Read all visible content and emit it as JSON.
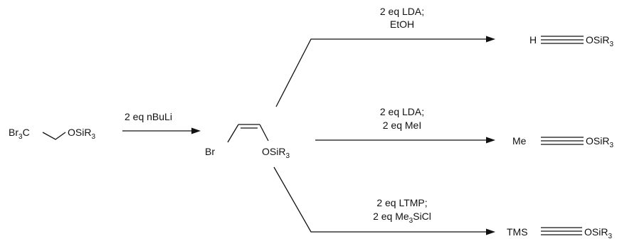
{
  "starting_material": {
    "main": "Br",
    "sub1": "3",
    "mid": "C",
    "tail": "OSiR",
    "sub2": "3"
  },
  "step1": {
    "reagent": "2 eq nBuLi"
  },
  "intermediate": {
    "bromo": "Br",
    "ether": "OSiR",
    "ether_sub": "3"
  },
  "routes": [
    {
      "reagent_line1": "2 eq LDA;",
      "reagent_line2": "EtOH",
      "product_left": "H",
      "product_right": "OSiR",
      "product_right_sub": "3"
    },
    {
      "reagent_line1": "2 eq LDA;",
      "reagent_line2": "2 eq MeI",
      "product_left": "Me",
      "product_right": "OSiR",
      "product_right_sub": "3"
    },
    {
      "reagent_line1": "2 eq LTMP;",
      "reagent_line2_pre": "2 eq Me",
      "reagent_line2_sub": "3",
      "reagent_line2_post": "SiCl",
      "product_left": "TMS",
      "product_right": "OSiR",
      "product_right_sub": "3"
    }
  ]
}
